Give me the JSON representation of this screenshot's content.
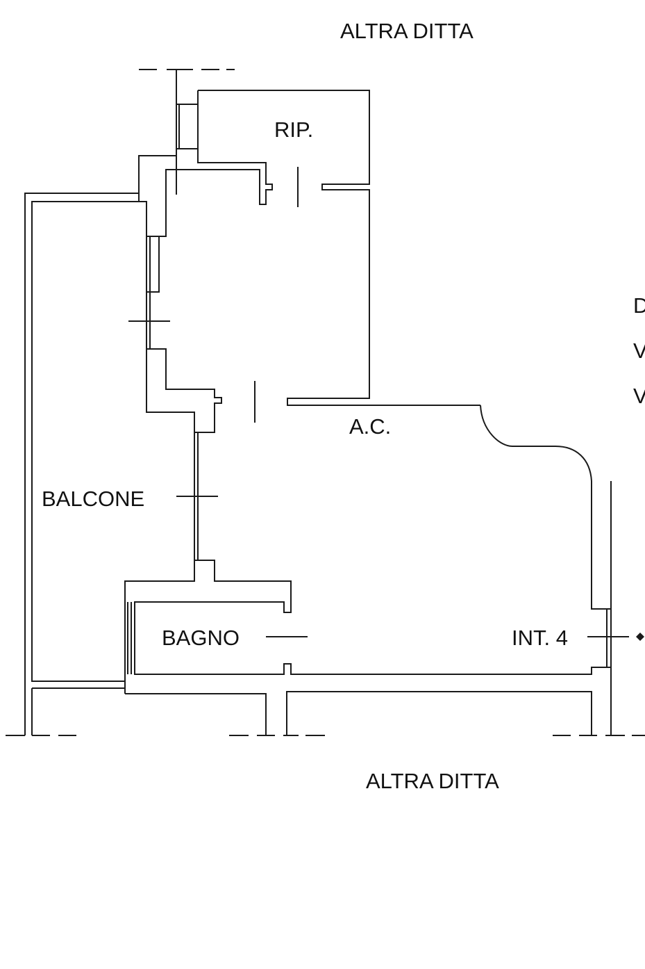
{
  "diagram": {
    "type": "floor-plan",
    "colors": {
      "line": "#1a1a1a",
      "text": "#111111",
      "background": "#ffffff"
    },
    "labels": {
      "top_neighbor": "ALTRA DITTA",
      "bottom_neighbor": "ALTRA DITTA",
      "storage": "RIP.",
      "common_area": "A.C.",
      "balcony": "BALCONE",
      "bathroom": "BAGNO",
      "unit": "INT. 4",
      "right_cut_1": "D",
      "right_cut_2": "V",
      "right_cut_3": "V"
    }
  }
}
